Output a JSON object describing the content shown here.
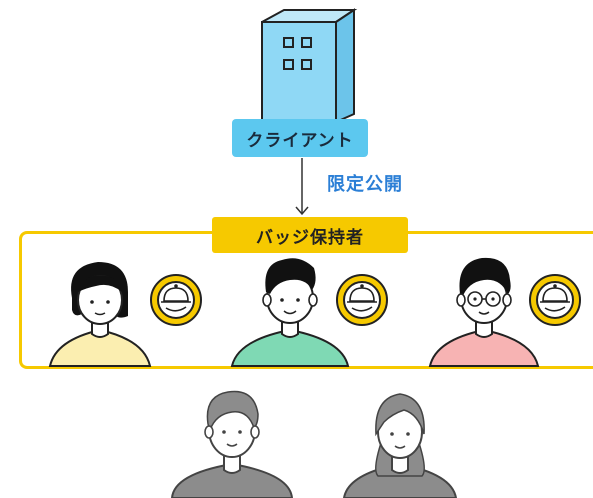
{
  "client": {
    "label": "クライアント"
  },
  "arrow": {
    "label": "限定公開"
  },
  "holders": {
    "label": "バッジ保持者"
  },
  "colors": {
    "building": "#8fd8f5",
    "client_bg": "#5cc8ef",
    "accent_blue": "#2b7fd6",
    "badge_yellow": "#f6c900",
    "shirt_yellow": "#fbeeb0",
    "shirt_green": "#7fd9b4",
    "shirt_pink": "#f7b3b3",
    "grey_person": "#8c8c8c"
  },
  "icons": [
    "building-icon",
    "badge-icon",
    "person-icon",
    "arrow-down-icon"
  ]
}
